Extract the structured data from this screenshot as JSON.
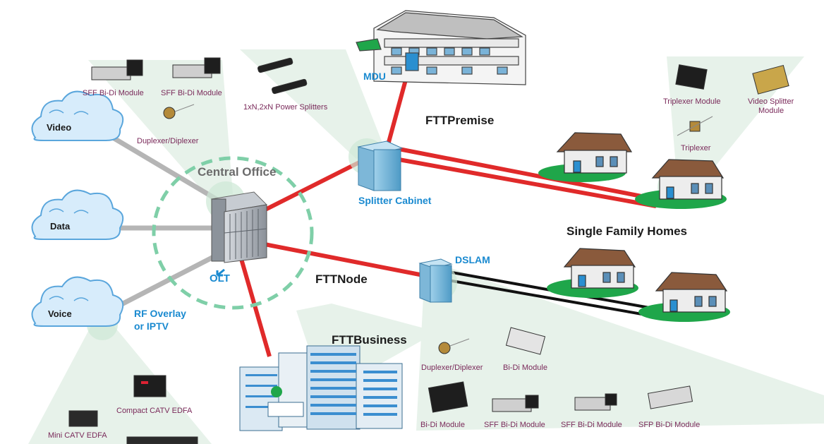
{
  "clouds": {
    "video": "Video",
    "data": "Data",
    "voice": "Voice"
  },
  "labels": {
    "central_office": "Central Office",
    "olt": "OLT",
    "rf_overlay_line1": "RF Overlay",
    "rf_overlay_line2": "or IPTV",
    "fttnode": "FTTNode",
    "ftt_premise": "FTTPremise",
    "ftt_business": "FTTBusiness",
    "mdu": "MDU",
    "splitter_cabinet": "Splitter Cabinet",
    "dslam": "DSLAM",
    "single_family_homes": "Single Family Homes"
  },
  "products": {
    "sff_bidi_1": "SFF Bi-Di Module",
    "sff_bidi_2": "SFF Bi-Di Module",
    "power_splitters": "1xN,2xN Power Splitters",
    "duplexer_diplexer_top": "Duplexer/Diplexer",
    "triplexer_module": "Triplexer Module",
    "video_splitter_line1": "Video Splitter",
    "video_splitter_line2": "Module",
    "triplexer": "Triplexer",
    "compact_catv": "Compact CATV EDFA",
    "mini_catv": "Mini CATV EDFA",
    "duplexer_diplexer_bottom": "Duplexer/Diplexer",
    "bidi_module_top": "Bi-Di Module",
    "bidi_module_bottom": "Bi-Di Module",
    "sff_bidi_3": "SFF Bi-Di Module",
    "sff_bidi_4": "SFF Bi-Di Module",
    "sfp_bidi": "SFP Bi-Di Module"
  },
  "colors": {
    "fiber": "#e02a2a",
    "copper": "#111111",
    "trunk": "#b5b5b5",
    "ring": "#7fcfa8",
    "label_blue": "#1a8ad0",
    "product_text": "#7a2a5a",
    "cloud_fill": "#d7ecfb",
    "cloud_stroke": "#5aa6dc",
    "lawn": "#1fa64a"
  }
}
